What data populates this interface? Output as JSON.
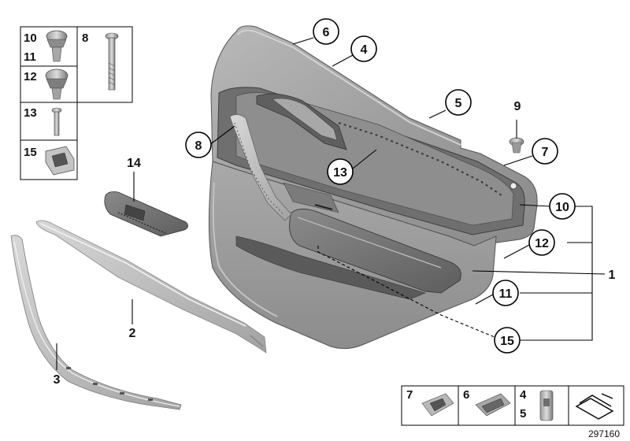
{
  "diagram": {
    "callouts": [
      {
        "key": "c6",
        "label": "6"
      },
      {
        "key": "c4",
        "label": "4"
      },
      {
        "key": "c5",
        "label": "5"
      },
      {
        "key": "c9",
        "label": "9"
      },
      {
        "key": "c7",
        "label": "7"
      },
      {
        "key": "c8",
        "label": "8"
      },
      {
        "key": "c13",
        "label": "13"
      },
      {
        "key": "c14",
        "label": "14"
      },
      {
        "key": "c10",
        "label": "10"
      },
      {
        "key": "c12",
        "label": "12"
      },
      {
        "key": "c1",
        "label": "1"
      },
      {
        "key": "c11",
        "label": "11"
      },
      {
        "key": "c15",
        "label": "15"
      },
      {
        "key": "c2",
        "label": "2"
      },
      {
        "key": "c3",
        "label": "3"
      }
    ],
    "parts_box": {
      "rows": [
        {
          "labels": [
            "10",
            "11"
          ]
        },
        {
          "labels": [
            "12"
          ]
        },
        {
          "labels": [
            "13"
          ]
        },
        {
          "labels": [
            "15"
          ]
        }
      ],
      "side_label": "8"
    },
    "bottom_box": {
      "cells": [
        {
          "labels": [
            "7"
          ]
        },
        {
          "labels": [
            "6"
          ]
        },
        {
          "labels": [
            "4",
            "5"
          ]
        }
      ]
    },
    "diagram_id": "297160"
  }
}
